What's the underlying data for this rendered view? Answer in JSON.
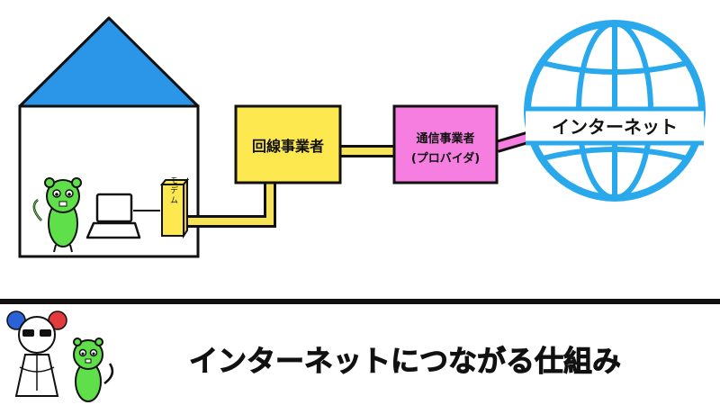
{
  "diagram": {
    "modem_label": "モデム",
    "carrier_label": "回線事業者",
    "provider_label_line1": "通信事業者",
    "provider_label_line2": "(プロバイダ)",
    "internet_label": "インターネット"
  },
  "caption": {
    "title": "インターネットにつながる仕組み"
  },
  "colors": {
    "roof": "#2b95e8",
    "carrier_box": "#fde84f",
    "provider_box": "#f57ee0",
    "cable_yellow": "#f7e35a",
    "cable_pink": "#f57ee0",
    "globe": "#29a8ec",
    "mascot_green": "#5fe04b"
  },
  "icons": {
    "laptop": "laptop-icon",
    "globe": "globe-icon",
    "house": "house-icon",
    "mascot": "mascot-character",
    "panda": "panda-character"
  }
}
